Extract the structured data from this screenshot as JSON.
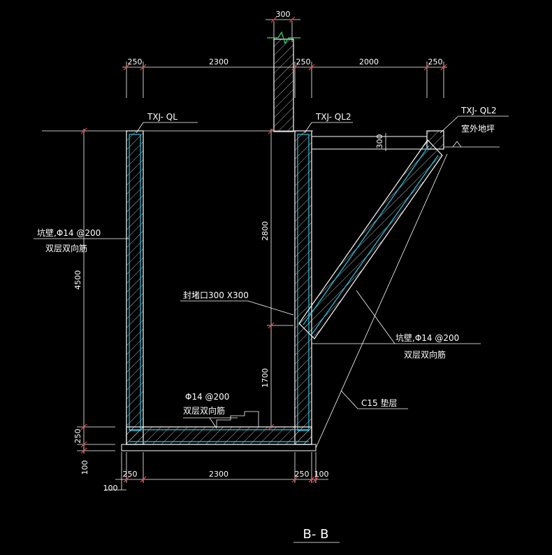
{
  "dims": {
    "top_post": "300",
    "top_left_wall": "250",
    "top_left_span": "2300",
    "top_mid_wall": "250",
    "top_right_span": "2000",
    "top_right_wall": "250",
    "beam_height": "300",
    "total_height": "4500",
    "upper_height": "2800",
    "lower_height": "1700",
    "base_thickness": "250",
    "pad_thickness": "100",
    "bottom_left_wall": "250",
    "bottom_span": "2300",
    "bottom_right_wall": "250",
    "bottom_right_pad": "100",
    "bottom_left_pad": "100"
  },
  "labels": {
    "beam_left": "TXJ- QL",
    "beam_mid": "TXJ- QL2",
    "beam_right": "TXJ- QL2",
    "ground": "室外地坪",
    "left_wall_note_1": "坑壁,Φ14 @200",
    "left_wall_note_2": "双层双向筋",
    "opening": "封堵口300 X300",
    "right_wall_note_1": "坑壁,Φ14 @200",
    "right_wall_note_2": "双层双向筋",
    "base_note_1": "Φ14 @200",
    "base_note_2": "双层双向筋",
    "pad": "C15 垫层",
    "section_title": "B- B"
  },
  "colors": {
    "background": "#000000",
    "line": "#ffffff",
    "rebar": "#25c9e6",
    "tick": "#ff3b3b"
  }
}
